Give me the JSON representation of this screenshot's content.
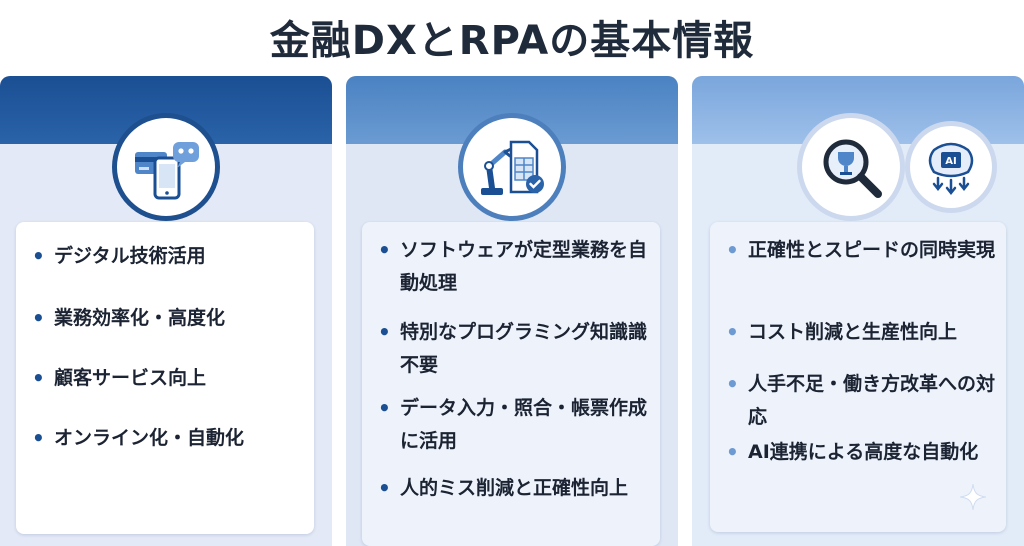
{
  "title": "金融DXとRPAの基本情報",
  "columns": [
    {
      "icons": [
        "credit-card-icon",
        "smartphone-icon",
        "chatbot-icon"
      ],
      "items": [
        "デジタル技術活用",
        "業務効率化・高度化",
        "顧客サービス向上",
        "オンライン化・自動化"
      ]
    },
    {
      "icons": [
        "robot-arm-icon",
        "spreadsheet-icon",
        "check-badge-icon"
      ],
      "items": [
        "ソフトウェアが定型業務を自動処理",
        "特別なプログラミング知識識不要",
        "データ入力・照合・帳票作成に活用",
        "人的ミス削減と正確性向上"
      ]
    },
    {
      "icons": [
        "magnifier-icon",
        "trophy-icon",
        "ai-brain-icon",
        "sparkle-icon"
      ],
      "ai_label": "AI",
      "items": [
        "正確性とスピードの同時実現",
        "コスト削減と生産性向上",
        "人手不足・働き方改革への対応",
        "AI連携による高度な自動化"
      ]
    }
  ],
  "colors": {
    "navy": "#1b4f94",
    "mid_blue": "#4a82c2",
    "light_blue": "#9ec0ea",
    "text": "#1c2433"
  }
}
